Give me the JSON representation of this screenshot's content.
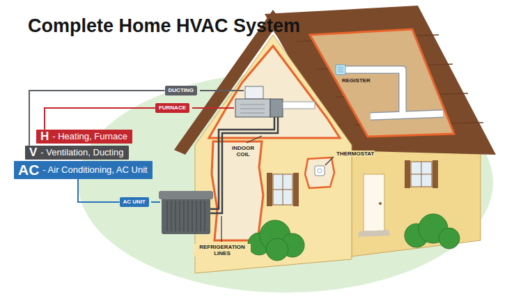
{
  "diagram": {
    "title": "Complete Home HVAC System",
    "nodes": [
      {
        "text": [
          "DUCTING"
        ]
      },
      {
        "text": [
          "FURNACE"
        ]
      },
      {
        "text": [
          "H",
          "- Heating, Furnace"
        ]
      },
      {
        "text": [
          "V",
          "- Ventilation, Ducting"
        ]
      },
      {
        "text": [
          "AC",
          "- Air Conditioning, AC Unit"
        ]
      },
      {
        "text": [
          "AC UNIT"
        ]
      }
    ],
    "edges": [
      {
        "from": 2,
        "to": 1,
        "arrow": "none"
      },
      {
        "from": 3,
        "to": 0,
        "arrow": "none"
      },
      {
        "from": 4,
        "to": 5,
        "arrow": "none"
      }
    ],
    "labels": [
      "REGISTER",
      "INDOOR COIL",
      "THERMOSTAT",
      "REFRIGERATION LINES"
    ]
  }
}
